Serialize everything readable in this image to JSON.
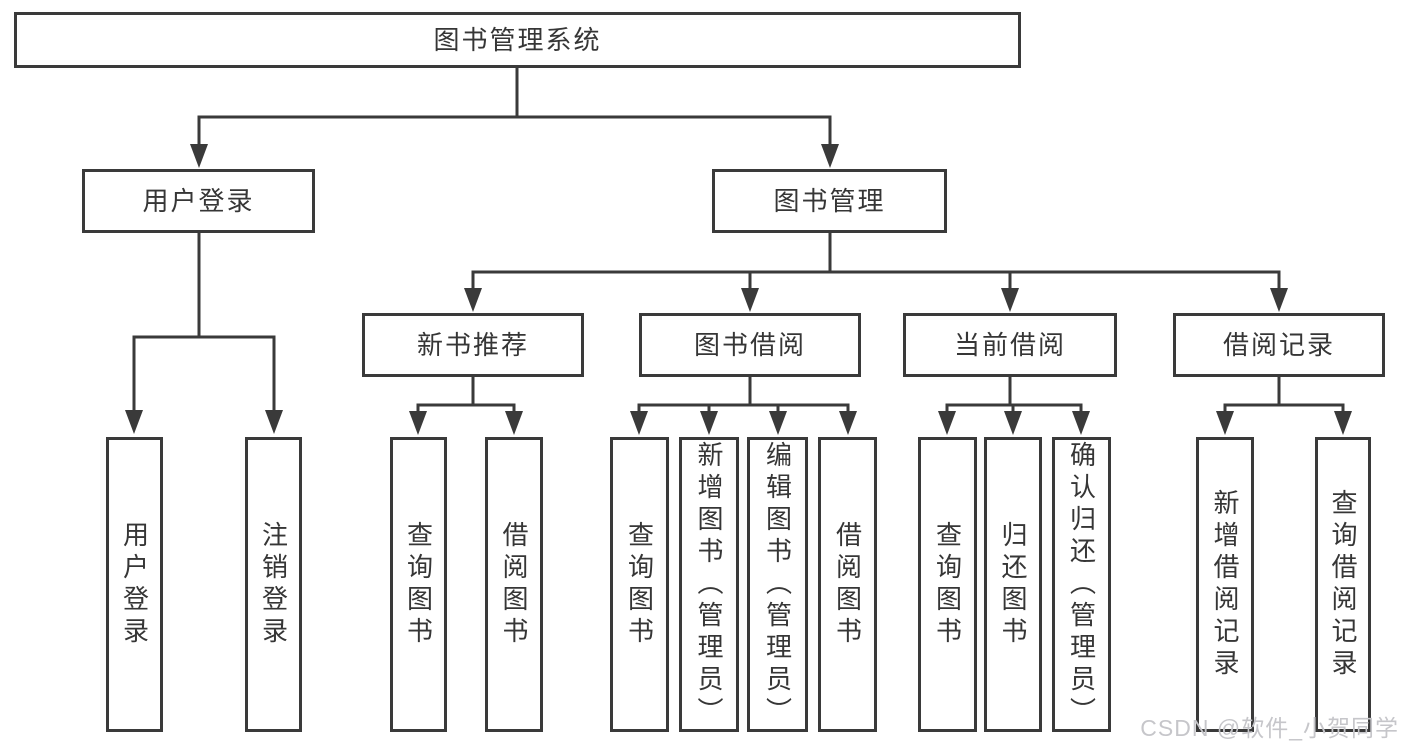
{
  "diagram_title": "图书管理系统",
  "tree": {
    "label": "图书管理系统",
    "children": [
      {
        "label": "用户登录",
        "children": [
          {
            "label": "用户登录"
          },
          {
            "label": "注销登录"
          }
        ]
      },
      {
        "label": "图书管理",
        "children": [
          {
            "label": "新书推荐",
            "children": [
              {
                "label": "查询图书"
              },
              {
                "label": "借阅图书"
              }
            ]
          },
          {
            "label": "图书借阅",
            "children": [
              {
                "label": "查询图书"
              },
              {
                "label": "新增图书（管理员）"
              },
              {
                "label": "编辑图书（管理员）"
              },
              {
                "label": "借阅图书"
              }
            ]
          },
          {
            "label": "当前借阅",
            "children": [
              {
                "label": "查询图书"
              },
              {
                "label": "归还图书"
              },
              {
                "label": "确认归还（管理员）"
              }
            ]
          },
          {
            "label": "借阅记录",
            "children": [
              {
                "label": "新增借阅记录"
              },
              {
                "label": "查询借阅记录"
              }
            ]
          }
        ]
      }
    ]
  },
  "watermark": {
    "text": "CSDN @软件_小贺同学"
  },
  "colors": {
    "line": "#3a3a3a",
    "box_border": "#3a3a3a",
    "text": "#363636",
    "watermark": "#c6c6ca",
    "background": "#ffffff"
  }
}
